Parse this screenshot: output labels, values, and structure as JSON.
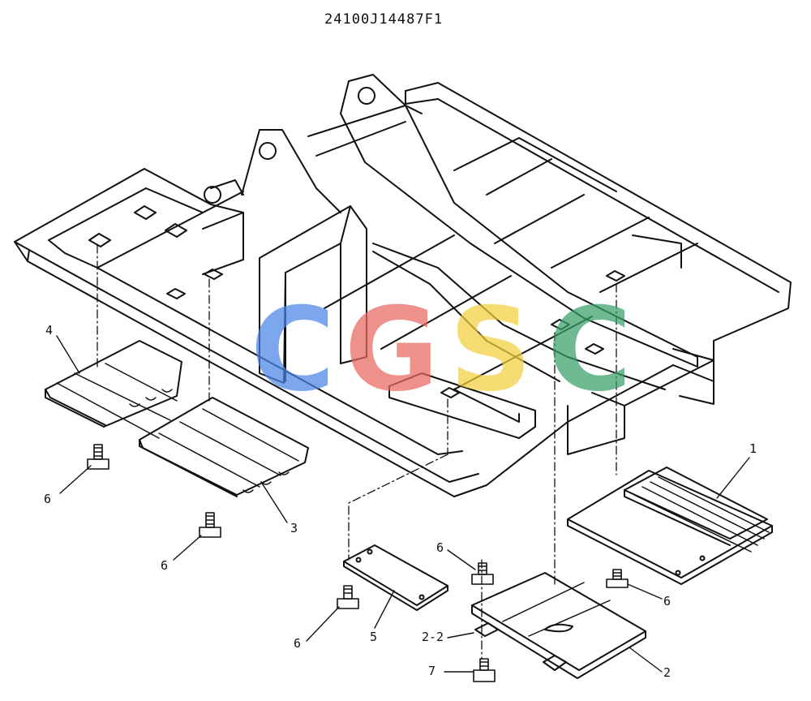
{
  "drawing_number": "24100J14487F1",
  "callouts": {
    "c1": "1",
    "c2": "2",
    "c2_2": "2-2",
    "c3": "3",
    "c4": "4",
    "c5": "5",
    "c6a": "6",
    "c6b": "6",
    "c6c": "6",
    "c6d": "6",
    "c6e": "6",
    "c7": "7"
  },
  "watermark": {
    "letters": [
      "C",
      "G",
      "S",
      "C"
    ],
    "colors": [
      "#4a86e8",
      "#e8685f",
      "#f3cf3d",
      "#3aa06a"
    ]
  },
  "colors": {
    "line": "#111111",
    "background": "#ffffff"
  }
}
